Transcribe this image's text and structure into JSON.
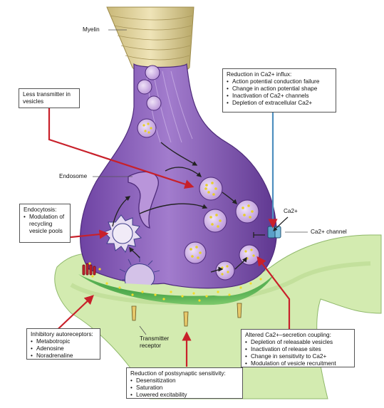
{
  "labels": {
    "myelin": "Myelin",
    "endosome": "Endosome",
    "ca_ion": "Ca2+",
    "ca_channel": "Ca2+ channel",
    "transmitter_receptor": "Transmitter receptor"
  },
  "boxes": {
    "less_transmitter": {
      "title": "Less transmitter in vesicles"
    },
    "reduction_ca": {
      "title": "Reduction in Ca2+ influx:",
      "items": [
        "Action potential conduction failure",
        "Change in action potential shape",
        "Inactivation of Ca2+ channels",
        "Depletion of extracellular Ca2+"
      ]
    },
    "endocytosis": {
      "title": "Endocytosis:",
      "items": [
        "Modulation of recycling vesicle pools"
      ]
    },
    "inhibitory": {
      "title": "Inhibitory autoreceptors:",
      "items": [
        "Metabotropic",
        "Adenosine",
        "Noradrenaline"
      ]
    },
    "altered": {
      "title": "Altered Ca2+–secretion coupling:",
      "items": [
        "Depletion of releasable vesicles",
        "Inactivation of release sites",
        "Change in sensitivity to Ca2+",
        "Modulation of vesicle recruitment"
      ]
    },
    "postsynaptic": {
      "title": "Reduction of postsynaptic sensitivity:",
      "items": [
        "Desensitization",
        "Saturation",
        "Lowered excitability"
      ]
    }
  },
  "colors": {
    "terminal": "#8e5cbf",
    "terminal_dark": "#6a3f98",
    "vesicle": "#c6a3df",
    "myelin": "#d9cc98",
    "postsynaptic": "#cfe8a6",
    "cleft": "#2f9b3a",
    "arrow_red": "#c8202a",
    "transmitter": "#f2dc2a"
  }
}
